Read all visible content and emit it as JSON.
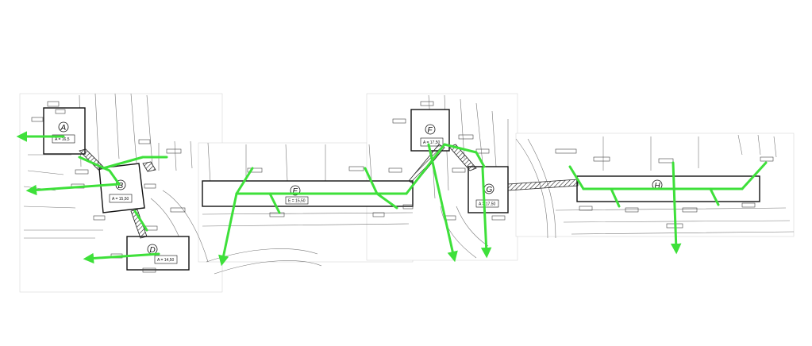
{
  "route_color": "#3ee03a",
  "buildings": [
    {
      "id": "a",
      "label": "A",
      "level": "A = 16,5"
    },
    {
      "id": "b",
      "label": "B",
      "level": "A = 15,50"
    },
    {
      "id": "d",
      "label": "D",
      "level": "A = 14,50"
    },
    {
      "id": "e",
      "label": "E",
      "level": "E = 15,50"
    },
    {
      "id": "f",
      "label": "F",
      "level": "A = 17,50"
    },
    {
      "id": "g",
      "label": "G",
      "level": "A = 17,50"
    },
    {
      "id": "h",
      "label": "H",
      "level": ""
    }
  ]
}
